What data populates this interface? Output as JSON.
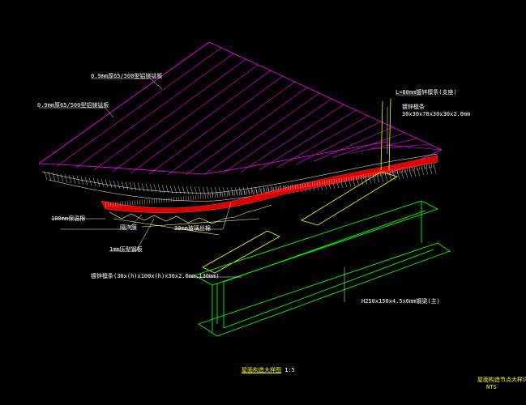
{
  "labels": {
    "top_sheet": "0.9mm厚65/500型铝镁锰板",
    "mid_sheet": "0.9mm厚65/500型铝镁锰板",
    "insulation_100": "100mm保温棉",
    "membrane": "隔汽膜",
    "bottom_sheet": "1mm压型钢板",
    "insulation_30": "30mm玻璃丝棉",
    "purlin_top": "L=80mm镀锌檩条(支座)",
    "purlin_top_2": "镀锌檩条",
    "purlin_dims": "30x30x70x30x30x2.0mm",
    "purlin_secondary": "镀锌檩条(30x(h)x100x(h)x30x2.0mm,130mm)",
    "main_beam": "H250x150x4.5x6mm钢梁(主)",
    "caption": "屋面构造大样图",
    "caption_scale": "1:5",
    "titleblock_1": "屋面构造节点大样详图",
    "titleblock_2": "NTS"
  },
  "colors": {
    "background": "#000000",
    "sheet": "#ff00ff",
    "insulation": "#ffffff",
    "membrane": "#ff0000",
    "steel": "#00ff00",
    "purlin": "#ffff00",
    "text": "#ffffff",
    "caption": "#ffff00"
  }
}
